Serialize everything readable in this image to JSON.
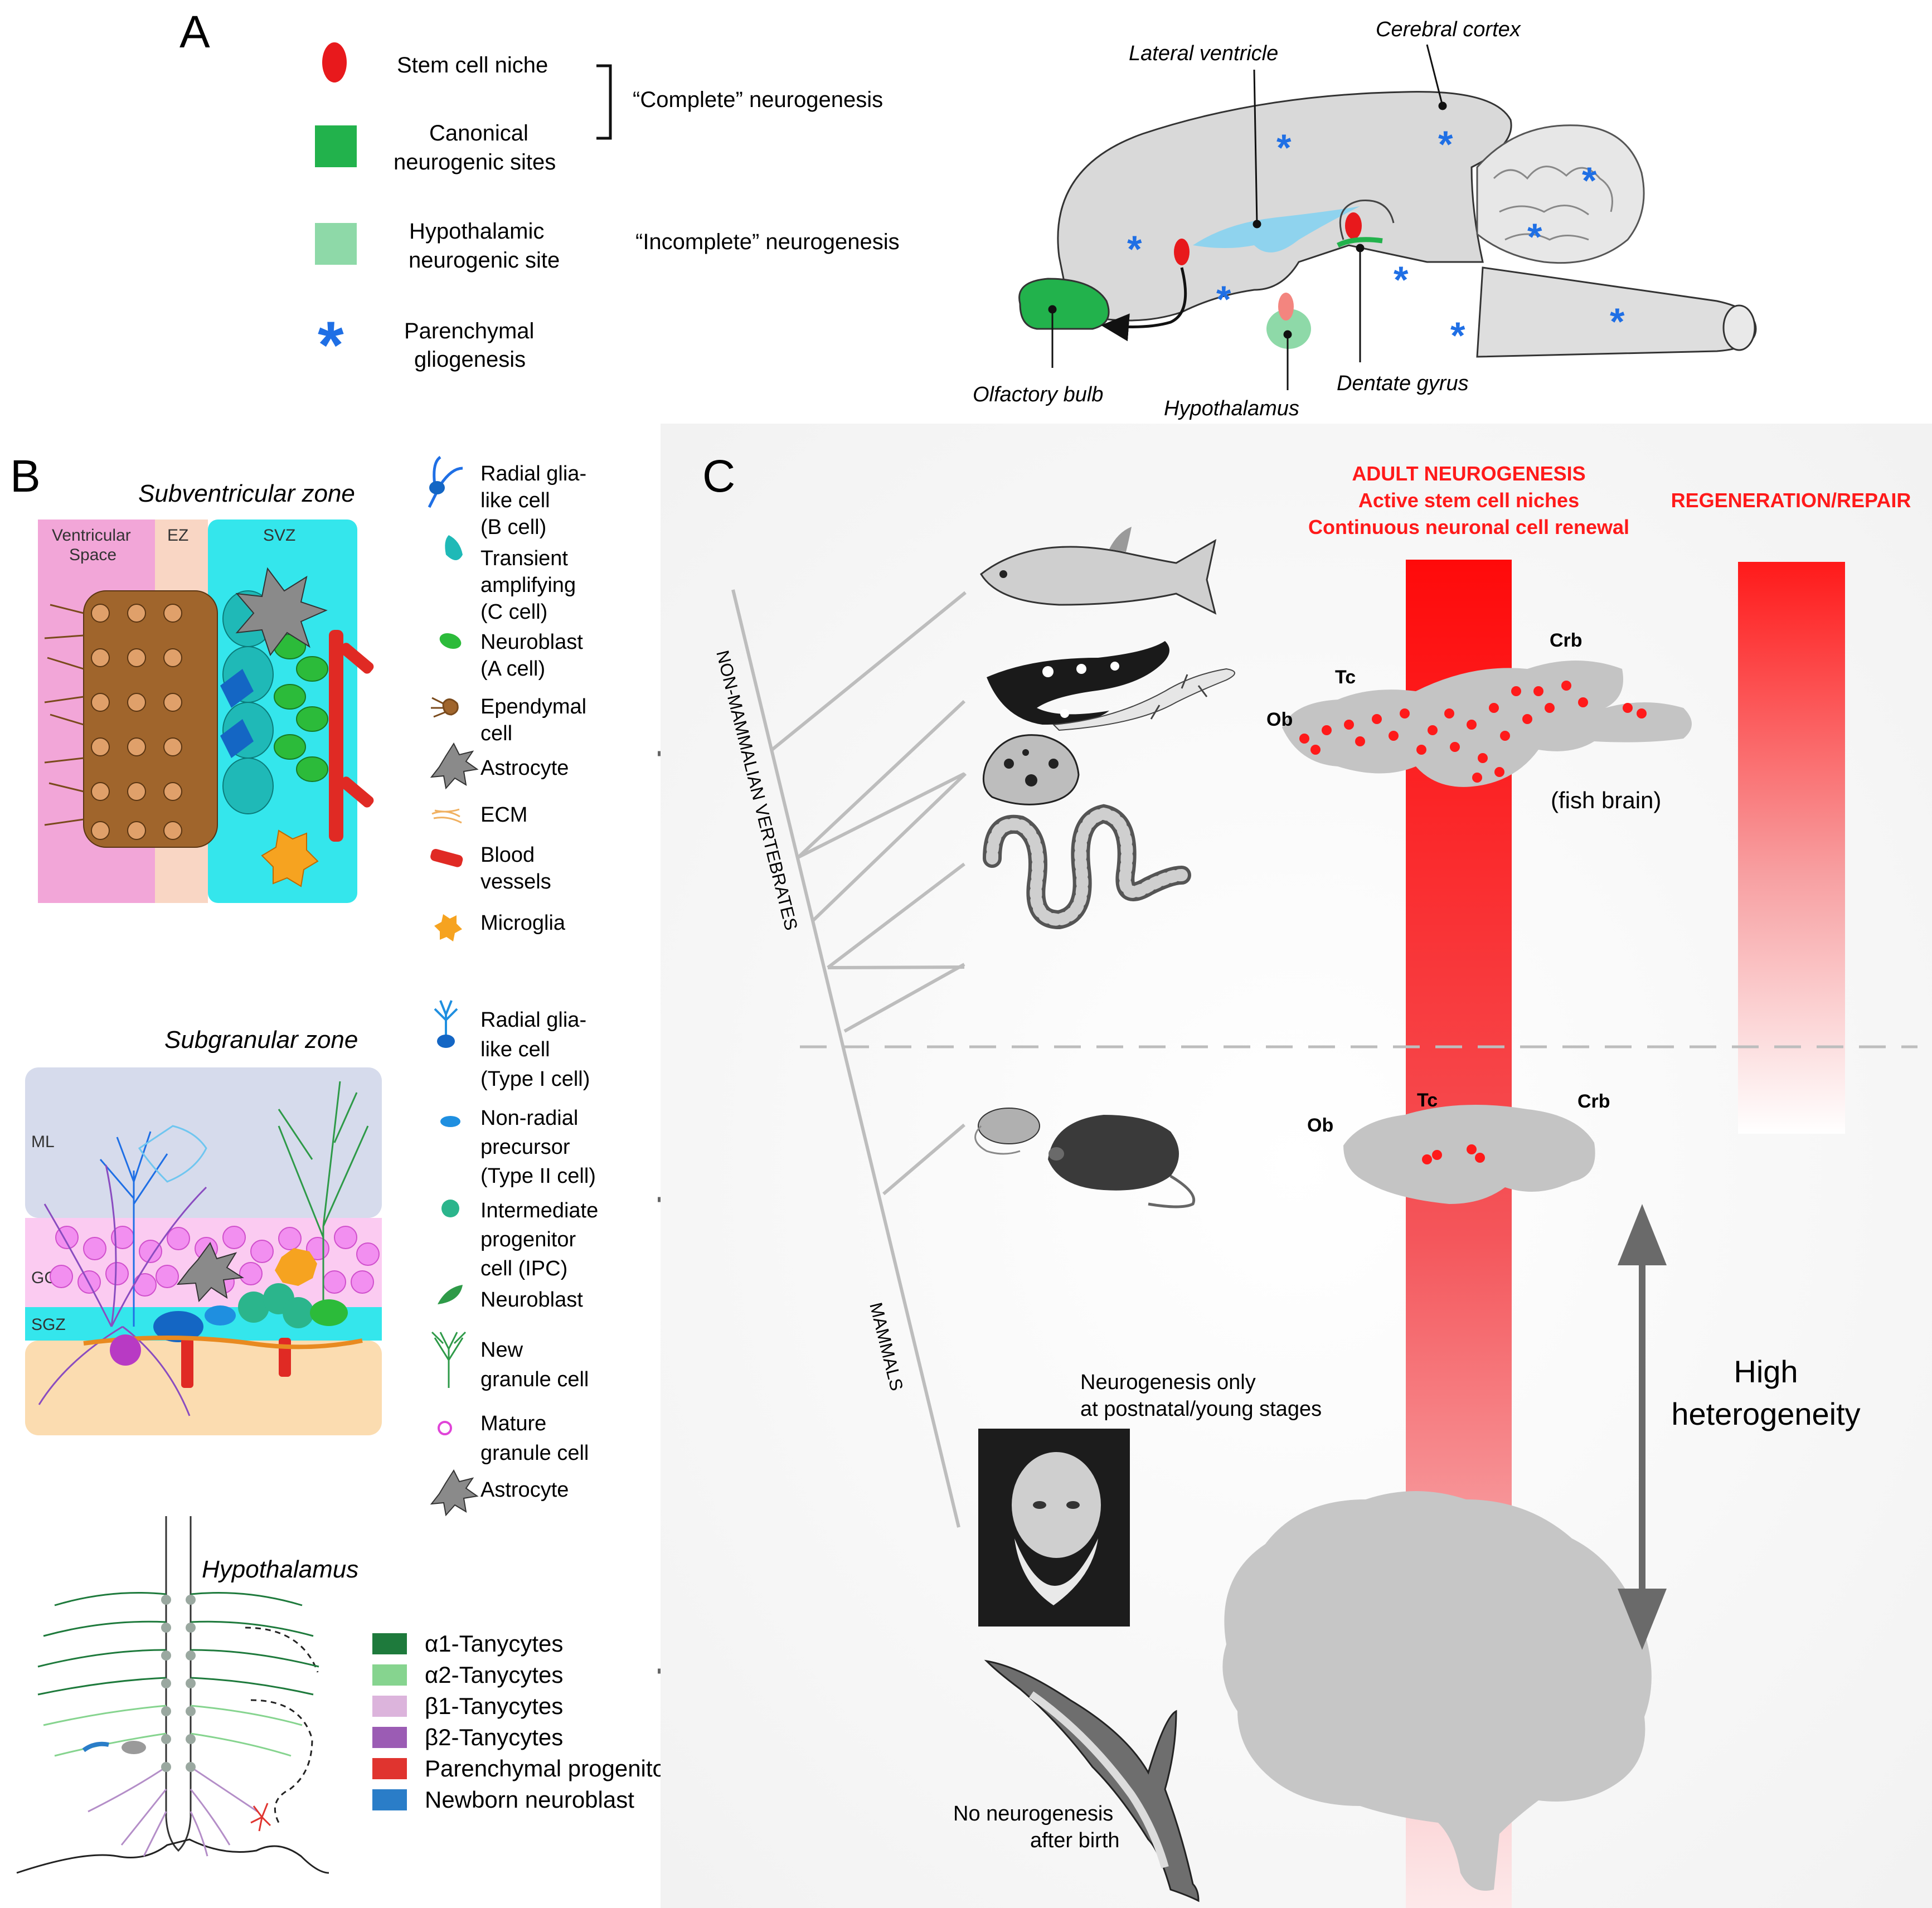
{
  "panels": {
    "a": "A",
    "b": "B",
    "c": "C"
  },
  "colors": {
    "stem_niche": "#e8191c",
    "canonical": "#22b24c",
    "hypothalamic": "#8ed9a8",
    "gliogenesis": "#1f6fe5",
    "brain_gray": "#c9c9c9",
    "red_accent": "#ff1a1a"
  },
  "panel_a": {
    "legend": {
      "stem_niche": "Stem cell niche",
      "canonical_1": "Canonical",
      "canonical_2": "neurogenic sites",
      "hypothalamic_1": "Hypothalamic",
      "hypothalamic_2": "neurogenic site",
      "parenchymal_1": "Parenchymal",
      "parenchymal_2": "gliogenesis",
      "complete": "“Complete” neurogenesis",
      "incomplete": "“Incomplete” neurogenesis",
      "asterisk": "*"
    },
    "brain_labels": {
      "lateral_ventricle": "Lateral ventricle",
      "cerebral_cortex": "Cerebral cortex",
      "olfactory_bulb": "Olfactory bulb",
      "hypothalamus": "Hypothalamus",
      "dentate_gyrus": "Dentate gyrus"
    }
  },
  "panel_b": {
    "svz": {
      "title": "Subventricular zone",
      "ventricular_1": "Ventricular",
      "ventricular_2": "Space",
      "ez": "EZ",
      "svz": "SVZ",
      "legend": [
        [
          "Radial glia-",
          "like cell",
          "(B cell)"
        ],
        [
          "Transient",
          "amplifying",
          "(C cell)"
        ],
        [
          "Neuroblast",
          "(A cell)"
        ],
        [
          "Ependymal",
          "cell"
        ],
        [
          "Astrocyte"
        ],
        [
          "ECM"
        ],
        [
          "Blood",
          "vessels"
        ],
        [
          "Microglia"
        ]
      ]
    },
    "sgz": {
      "title": "Subgranular zone",
      "ml": "ML",
      "gcl": "GCL",
      "sgz": "SGZ",
      "legend": [
        [
          "Radial glia-",
          "like cell",
          "(Type I cell)"
        ],
        [
          "Non-radial",
          "precursor",
          "(Type II cell)"
        ],
        [
          "Intermediate",
          "progenitor",
          "cell (IPC)"
        ],
        [
          "Neuroblast"
        ],
        [
          "New",
          "granule cell"
        ],
        [
          "Mature",
          "granule cell"
        ],
        [
          "Astrocyte"
        ]
      ]
    },
    "hypothalamus": {
      "title": "Hypothalamus",
      "legend": [
        {
          "label": "α1-Tanycytes",
          "color": "#1e7a3c"
        },
        {
          "label": "α2-Tanycytes",
          "color": "#86d48f"
        },
        {
          "label": "β1-Tanycytes",
          "color": "#dcb4dc"
        },
        {
          "label": "β2-Tanycytes",
          "color": "#9b5cb4"
        },
        {
          "label": "Parenchymal progenitor",
          "color": "#e0342f"
        },
        {
          "label": "Newborn neuroblast",
          "color": "#2a7dc8"
        }
      ]
    }
  },
  "panel_c": {
    "header_neuro_1": "ADULT NEUROGENESIS",
    "header_neuro_2": "Active stem cell niches",
    "header_neuro_3": "Continuous neuronal cell renewal",
    "header_regen": "REGENERATION/REPAIR",
    "non_mammalian": "NON-MAMMALIAN VERTEBRATES",
    "mammals": "MAMMALS",
    "fish_brain": {
      "ob": "Ob",
      "tc": "Tc",
      "crb": "Crb",
      "caption": "(fish brain)"
    },
    "mouse_brain": {
      "ob": "Ob",
      "tc": "Tc",
      "crb": "Crb"
    },
    "human_note_1": "Neurogenesis only",
    "human_note_2": "at postnatal/young stages",
    "dolphin_note_1": "No neurogenesis",
    "dolphin_note_2": "after birth",
    "heterogeneity_1": "High",
    "heterogeneity_2": "heterogeneity"
  }
}
